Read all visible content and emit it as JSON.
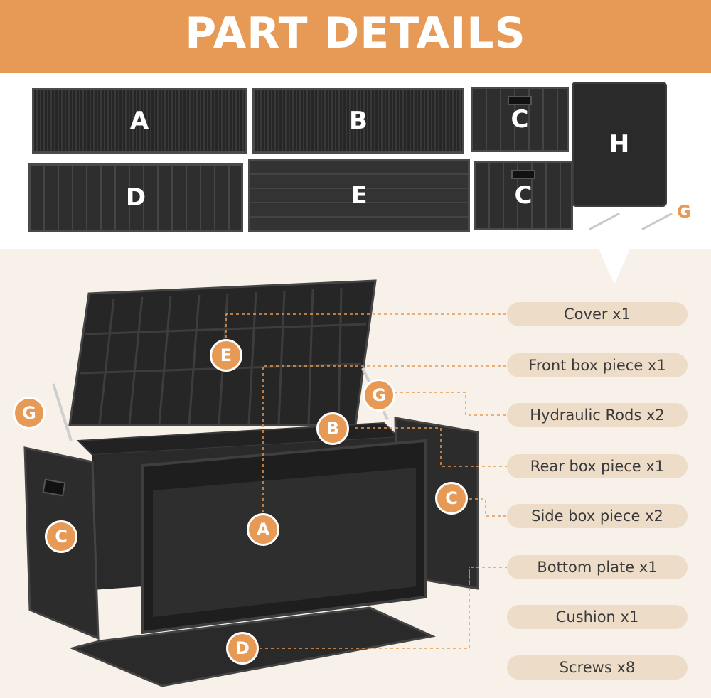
{
  "banner": {
    "title": "PART DETAILS"
  },
  "parts": [
    {
      "letter": "A",
      "style": "weave"
    },
    {
      "letter": "B",
      "style": "weave"
    },
    {
      "letter": "C",
      "style": "stripe"
    },
    {
      "letter": "C",
      "style": "stripe"
    },
    {
      "letter": "D",
      "style": "stripe"
    },
    {
      "letter": "E",
      "style": "hstripe"
    },
    {
      "letter": "H",
      "style": "cushion"
    }
  ],
  "g_label": "G",
  "legend": [
    "Cover x1",
    "Front box piece x1",
    "Hydraulic Rods x2",
    "Rear box piece x1",
    "Side box piece x2",
    "Bottom plate x1",
    "Cushion x1",
    "Screws x8"
  ],
  "callouts": [
    "E",
    "G",
    "G",
    "B",
    "A",
    "C",
    "C",
    "D"
  ],
  "colors": {
    "accent": "#e69a55",
    "pill": "#ecdcc8",
    "panel": "#2b2b2b",
    "bottom_bg": "#f7f1ea"
  }
}
